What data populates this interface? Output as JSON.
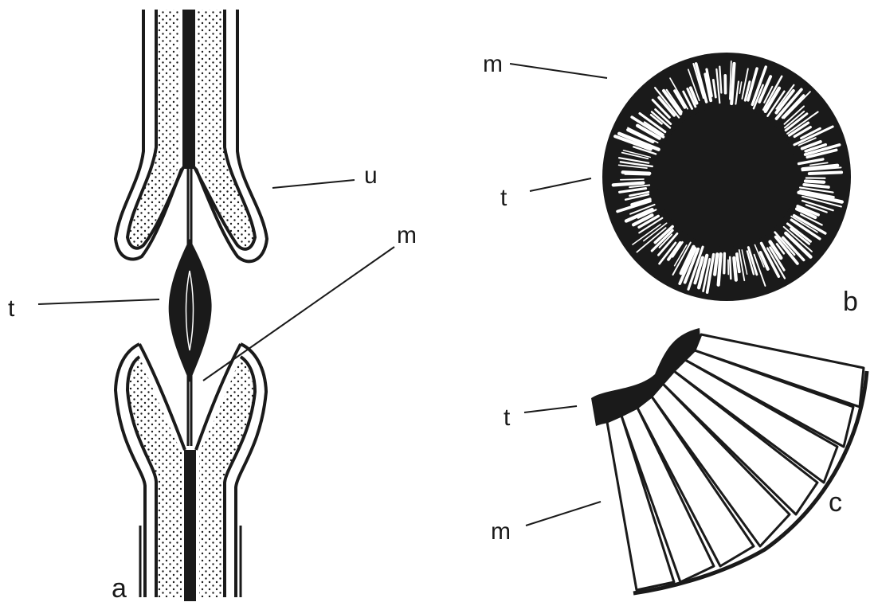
{
  "labels": {
    "panel_a": "a",
    "panel_b": "b",
    "panel_c": "c",
    "a_t": "t",
    "a_u": "u",
    "a_m": "m",
    "b_m": "m",
    "b_t": "t",
    "c_t": "t",
    "c_m": "m"
  },
  "colors": {
    "ink": "#1a1a1a",
    "paper": "#ffffff"
  }
}
